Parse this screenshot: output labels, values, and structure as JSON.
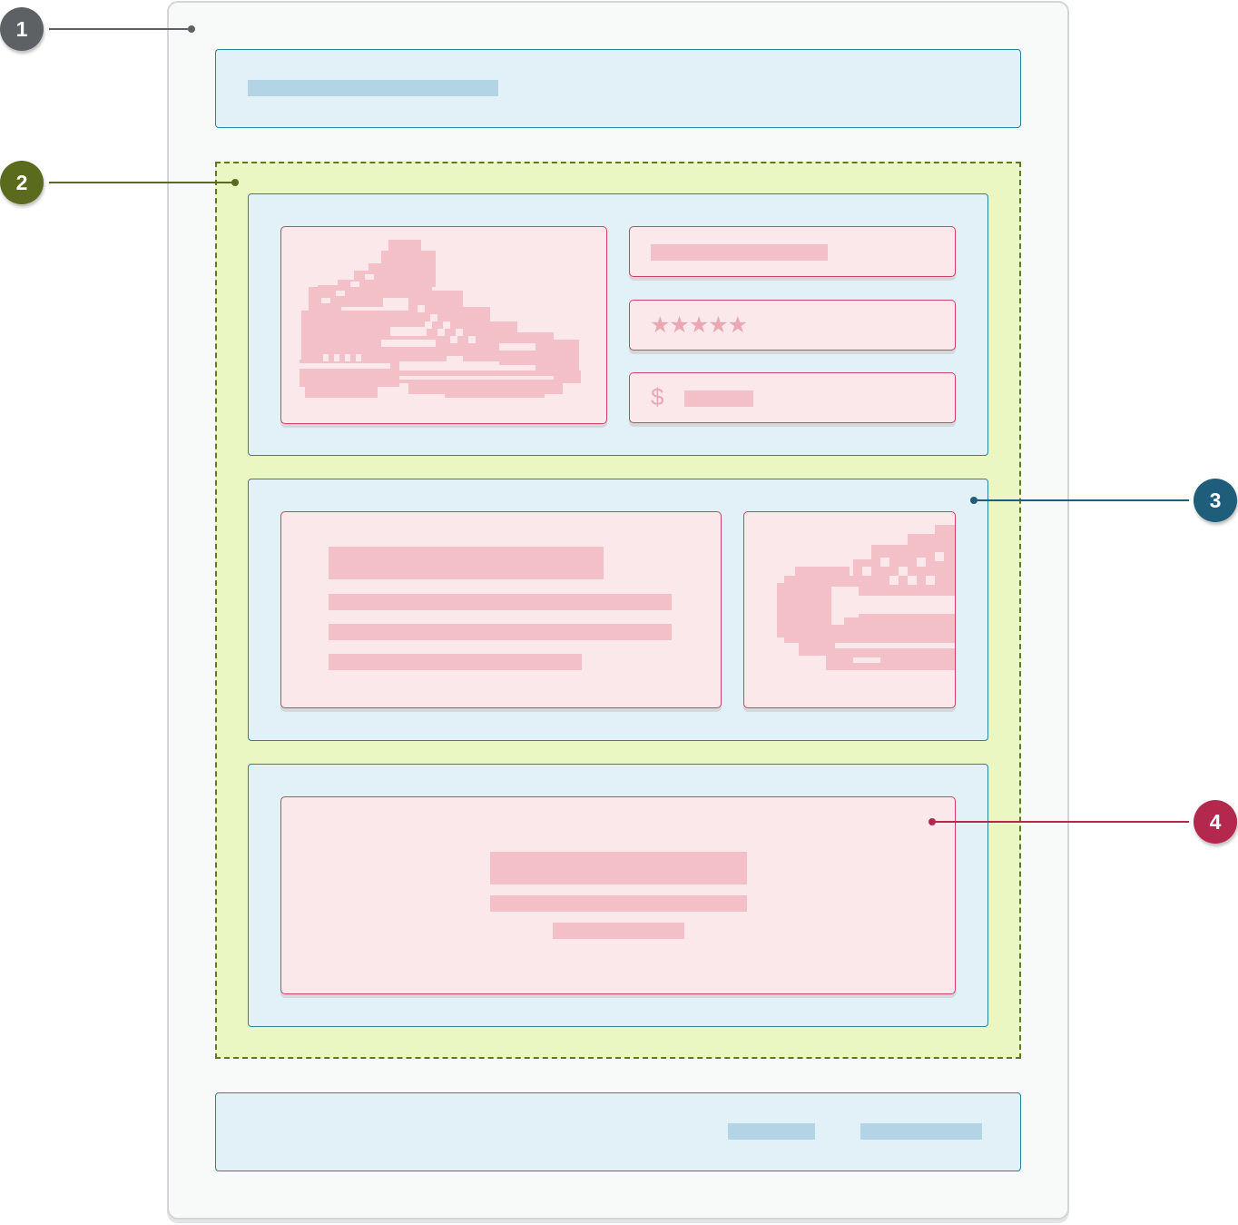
{
  "callouts": [
    {
      "number": "1",
      "color": "#5d6166"
    },
    {
      "number": "2",
      "color": "#5a6b1e"
    },
    {
      "number": "3",
      "color": "#1e5e7a"
    },
    {
      "number": "4",
      "color": "#b5284d"
    }
  ],
  "product_card": {
    "rating_stars": "★★★★★",
    "currency_symbol": "$"
  },
  "colors": {
    "page_bg": "#f8f9f9",
    "container_blue": "#e2f0f8",
    "content_lime": "#eaf7c2",
    "component_pink": "#fbe8eb",
    "placeholder_pink": "#f3c0c8",
    "placeholder_blue": "#b2d4e5"
  },
  "icons": [
    "sneaker-illustration",
    "sneaker-illustration-cropped",
    "star-icon",
    "dollar-icon"
  ]
}
